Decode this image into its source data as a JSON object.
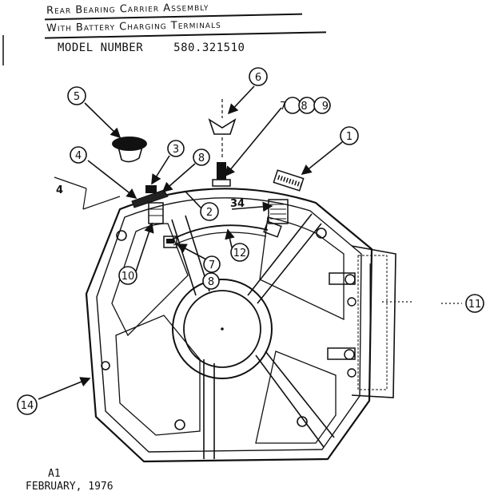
{
  "header": {
    "title_line1": "Rear Bearing Carrier Assembly",
    "title_line2": "With Battery Charging Terminals",
    "model_label": "MODEL NUMBER",
    "model_value": "580.321510"
  },
  "footer": {
    "code": "A1",
    "date": "FEBRUARY, 1976"
  },
  "callouts": {
    "c1": "1",
    "c2": "2",
    "c3": "3",
    "c4": "4",
    "c5": "5",
    "c6": "6",
    "c7a": "7",
    "c789": "7 8 9",
    "c8a": "8",
    "c8b": "8",
    "c10": "10",
    "c11": "11",
    "c12": "12",
    "c14": "14",
    "dim4": "4",
    "n34": "34"
  }
}
